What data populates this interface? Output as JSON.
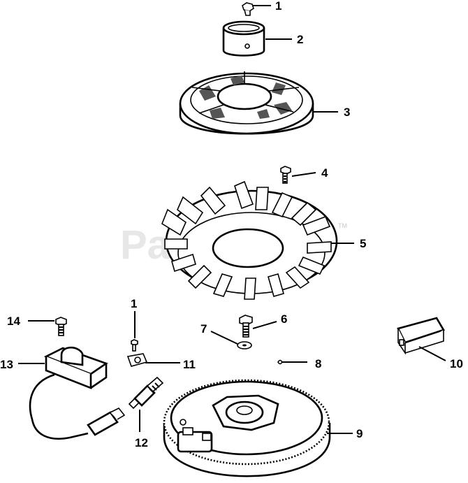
{
  "watermark": {
    "text": "PartsTree",
    "tm": "TM"
  },
  "callouts": {
    "c1_top": "1",
    "c2": "2",
    "c3": "3",
    "c4": "4",
    "c5": "5",
    "c6": "6",
    "c7": "7",
    "c8": "8",
    "c9": "9",
    "c10": "10",
    "c11": "11",
    "c12": "12",
    "c13": "13",
    "c14": "14",
    "c1_low": "1"
  }
}
